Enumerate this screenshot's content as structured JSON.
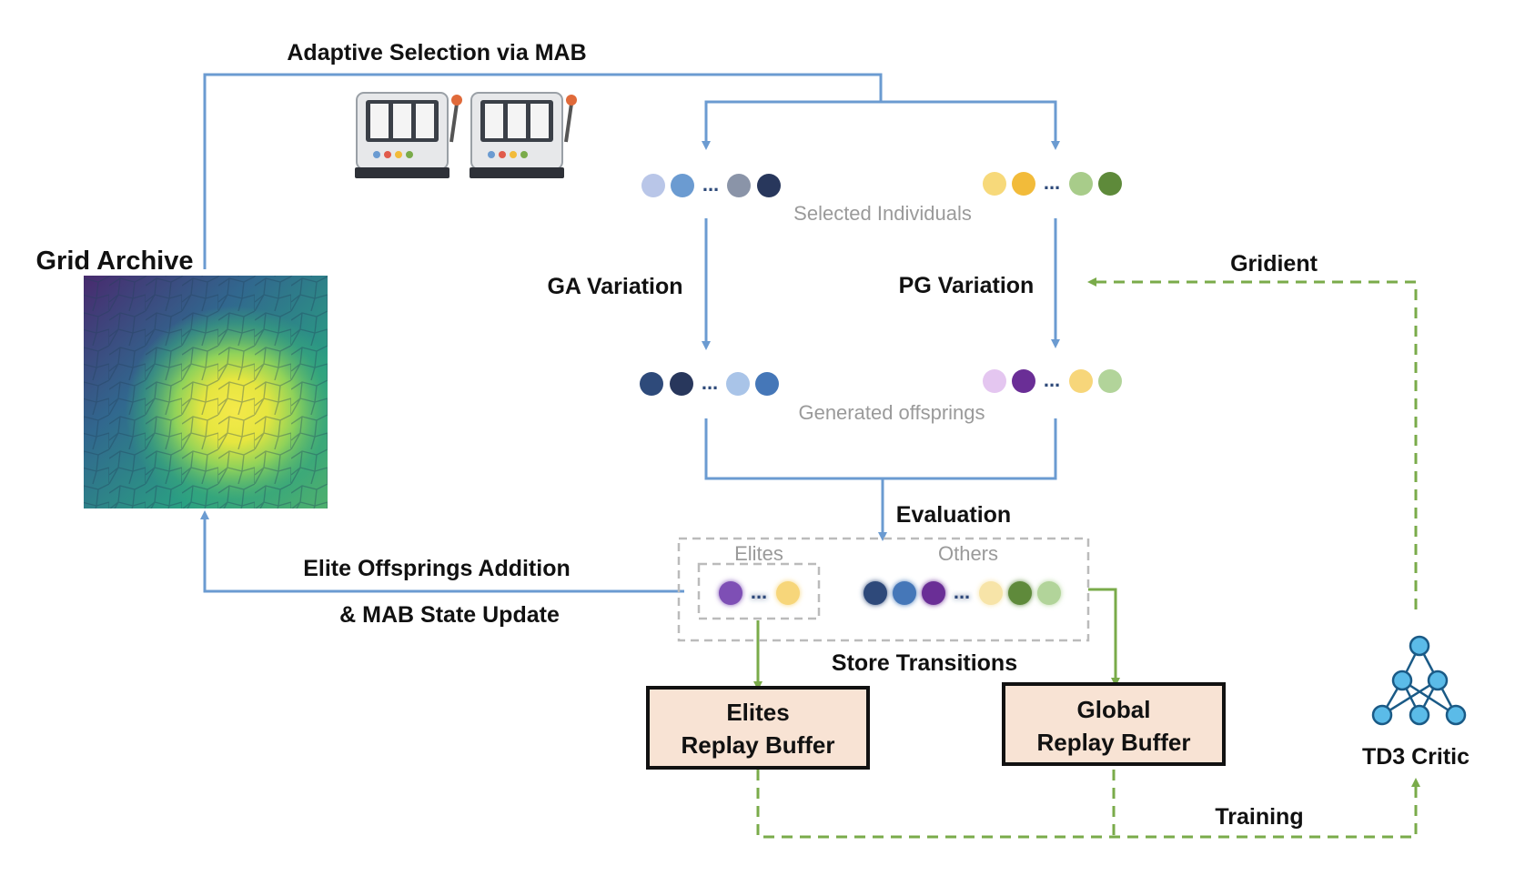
{
  "labels": {
    "adaptive_selection": "Adaptive Selection via MAB",
    "grid_archive": "Grid Archive",
    "selected_individuals": "Selected Individuals",
    "ga_variation": "GA Variation",
    "pg_variation": "PG Variation",
    "gridient": "Gridient",
    "generated_offsprings": "Generated offsprings",
    "evaluation": "Evaluation",
    "elites": "Elites",
    "others": "Others",
    "elite_addition_line1": "Elite Offsprings Addition",
    "elite_addition_line2": "& MAB State Update",
    "store_transitions": "Store Transitions",
    "td3_critic": "TD3 Critic",
    "training": "Training",
    "ellipsis": "..."
  },
  "buffers": {
    "elites_line1": "Elites",
    "elites_line2": "Replay Buffer",
    "global_line1": "Global",
    "global_line2": "Replay Buffer"
  },
  "colors": {
    "flow_blue": "#6b9bd1",
    "flow_green": "#7aab4a",
    "buffer_fill": "#f8e3d4",
    "dashed_gray": "#bbbbbb",
    "node_blue": "#5bbbe8"
  },
  "dot_groups": {
    "selected_left": [
      "#b9c6e8",
      "#6b9bd1",
      "#8a94a8",
      "#28375c"
    ],
    "selected_right": [
      "#f7d97a",
      "#f2bb3a",
      "#a8cc8a",
      "#5e8a3a"
    ],
    "offspring_left": [
      "#2e4a7a",
      "#28375c",
      "#a9c4e8",
      "#4577b8"
    ],
    "offspring_right": [
      "#e4c6f0",
      "#6a2e96",
      "#f7d67a",
      "#b2d49a"
    ],
    "elites": [
      "#7e4fb5",
      "#f7d67a"
    ],
    "others": [
      "#2e4a7a",
      "#4577b8",
      "#6a2e96",
      "#f7e4a8",
      "#5e8a3a",
      "#b2d49a"
    ]
  },
  "icons": [
    "slot-machine-icon",
    "slot-machine-icon",
    "neural-network-icon"
  ]
}
